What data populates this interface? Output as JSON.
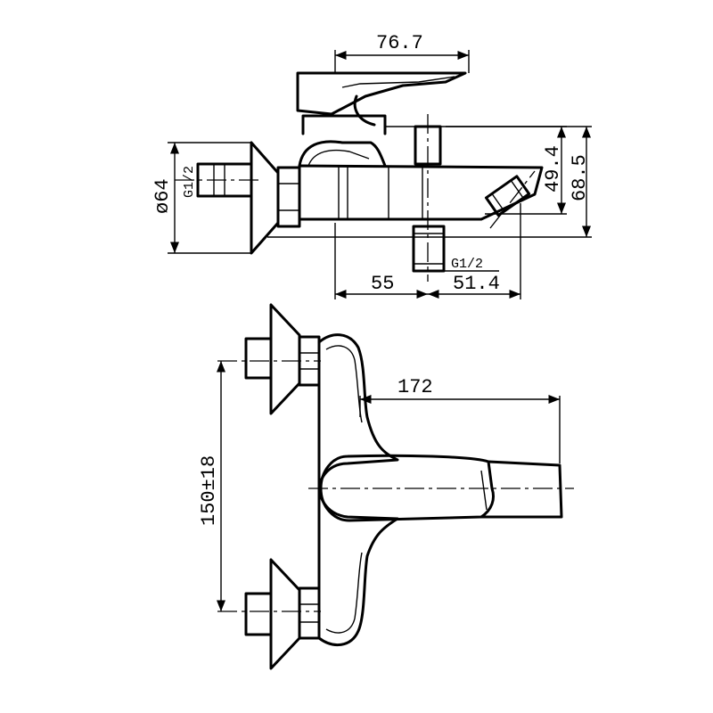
{
  "side_view": {
    "dims": {
      "handle_length": "76.7",
      "spout_height": "49.4",
      "overall_height": "68.5",
      "flange_diameter": "ø64",
      "inlet_thread": "G1/2",
      "outlet_thread": "G1/2",
      "spout_offset": "55",
      "spout_reach": "51.4"
    }
  },
  "top_view": {
    "dims": {
      "overall_length": "172",
      "centers": "150±18"
    }
  }
}
